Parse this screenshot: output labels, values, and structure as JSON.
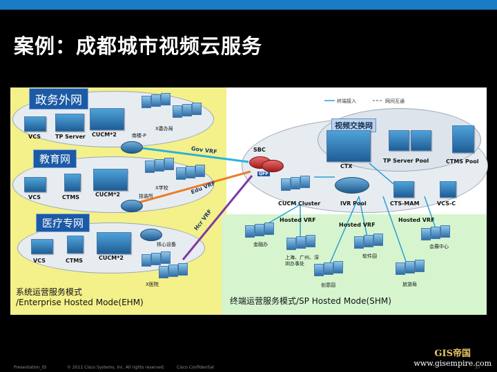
{
  "title": "案例：成都城市视频云服务",
  "left_panel": {
    "boxes": [
      "政务外网",
      "教育网",
      "医疗专网"
    ],
    "mode_line1": "系统运营服务模式",
    "mode_line2": "/Enterprise Hosted Mode(EHM)",
    "row1": {
      "vcs": "VCS",
      "tps": "TP Server",
      "cucm": "CUCM*2",
      "site1": "南楼-P",
      "site2": "X委办局"
    },
    "row2": {
      "vcs": "VCS",
      "ctms": "CTMS",
      "cucm": "CUCM*2",
      "site1": "技装所",
      "site2": "X学校"
    },
    "row3": {
      "vcs": "VCS",
      "ctms": "CTMS",
      "cucm": "CUCM*2",
      "site1": "核心设备",
      "site2": "X医院"
    }
  },
  "vrf": {
    "gov": "Gov VRF",
    "edu": "Edu VRF",
    "hcr": "Hcr VRF"
  },
  "center": {
    "sbc": "SBC",
    "qfp": "QFP",
    "cucm_cluster": "CUCM Cluster",
    "ivr": "IVR Pool",
    "ctsmam": "CTS-MAM",
    "vcsc": "VCS-C"
  },
  "exchange": {
    "title": "视频交换网",
    "ctx": "CTX",
    "tp_pool": "TP Server Pool",
    "ctms_pool": "CTMS Pool"
  },
  "legend": {
    "access": "终端接入",
    "interconnect": "网间互通"
  },
  "right_panel": {
    "hosted_vrf": "Hosted VRF",
    "sites": [
      "金融办",
      "上海、广州、深圳办事处",
      "创意园",
      "软件园",
      "旅游局",
      "会展中心"
    ],
    "mode": "终端运营服务模式/SP Hosted Mode(SHM)"
  },
  "footer": {
    "id": "Presentation_ID",
    "copyright": "© 2011 Cisco Systems, Inc. All rights reserved.",
    "conf": "Cisco Confidential",
    "page": "37"
  },
  "watermark": {
    "line1": "GIS帝国",
    "line2": "www.gisempire.com"
  }
}
